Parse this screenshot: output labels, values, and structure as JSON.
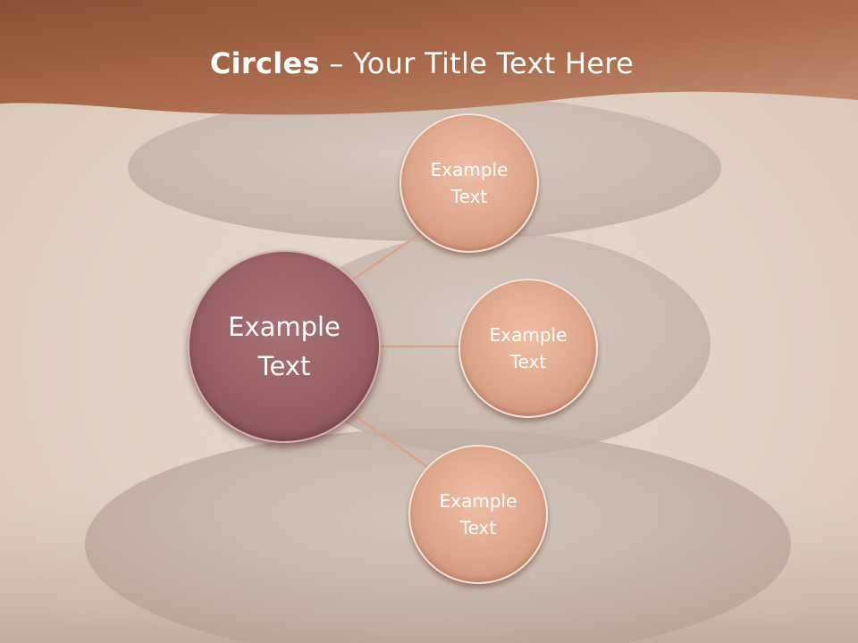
{
  "title": {
    "bold": "Circles",
    "rest": " – Your Title Text Here"
  },
  "diagram": {
    "center": {
      "label": "Example Text"
    },
    "nodes": [
      {
        "label": "Example Text"
      },
      {
        "label": "Example Text"
      },
      {
        "label": "Example Text"
      }
    ]
  },
  "colors": {
    "header": "#a9694a",
    "center_circle": "#976064",
    "node_circle": "#dea68a",
    "connector": "#dba18a"
  }
}
